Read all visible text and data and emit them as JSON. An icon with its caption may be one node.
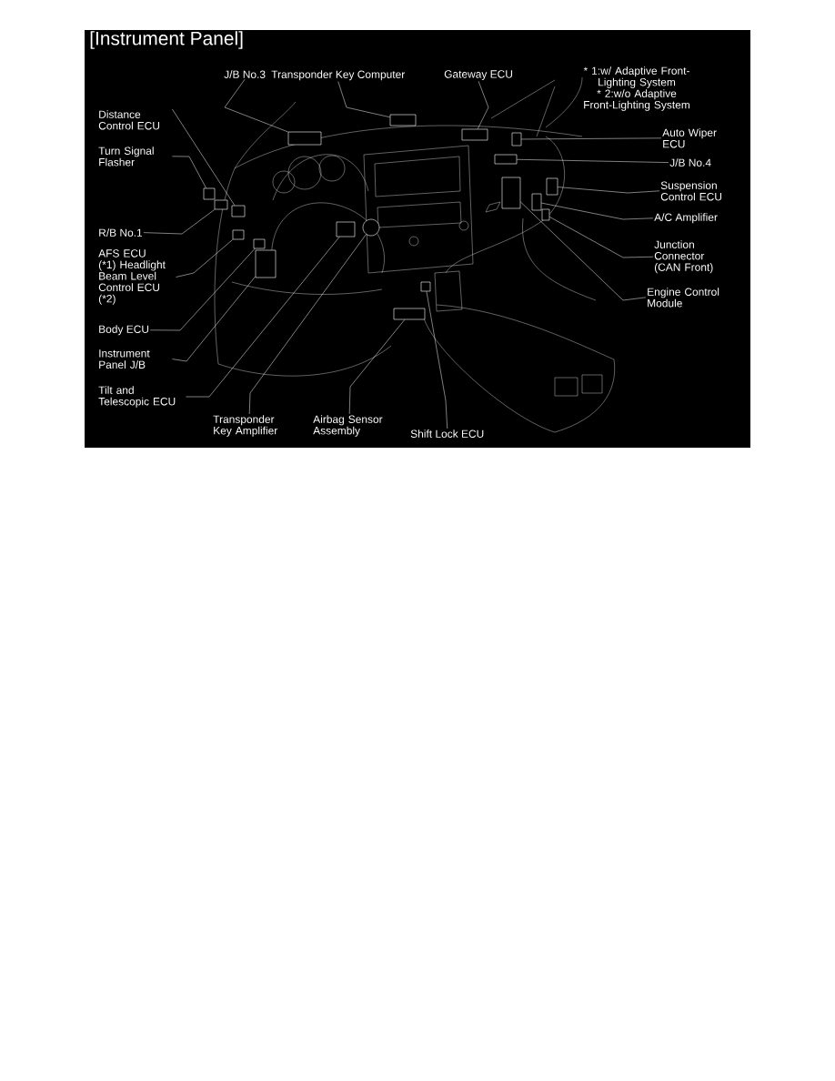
{
  "diagram": {
    "title": "[Instrument Panel]",
    "nodes": [
      {
        "text": [
          "Distance Control ECU"
        ]
      },
      {
        "text": [
          "Turn Signal Flasher"
        ]
      },
      {
        "text": [
          "R/B No.1"
        ]
      },
      {
        "text": [
          "AFS ECU (*1) Headlight Beam Level Control ECU (*2)"
        ]
      },
      {
        "text": [
          "Body ECU"
        ]
      },
      {
        "text": [
          "Instrument Panel J/B"
        ]
      },
      {
        "text": [
          "Tilt and Telescopic ECU"
        ]
      },
      {
        "text": [
          "Transponder Key Amplifier"
        ]
      },
      {
        "text": [
          "Airbag Sensor Assembly"
        ]
      },
      {
        "text": [
          "Shift Lock ECU"
        ]
      },
      {
        "text": [
          "J/B No.3"
        ]
      },
      {
        "text": [
          "Transponder Key Computer"
        ]
      },
      {
        "text": [
          "Gateway ECU"
        ]
      },
      {
        "text": [
          "Auto Wiper ECU"
        ]
      },
      {
        "text": [
          "J/B No.4"
        ]
      },
      {
        "text": [
          "Suspension Control ECU"
        ]
      },
      {
        "text": [
          "A/C Amplifier"
        ]
      },
      {
        "text": [
          "Junction Connector (CAN Front)"
        ]
      },
      {
        "text": [
          "Engine Control Module"
        ]
      },
      {
        "text": [],
        "shape": "box"
      },
      {
        "text": [],
        "shape": "box"
      },
      {
        "text": [],
        "shape": "box"
      },
      {
        "text": [],
        "shape": "box"
      },
      {
        "text": [],
        "shape": "box"
      },
      {
        "text": [],
        "shape": "box"
      },
      {
        "text": [],
        "shape": "box"
      },
      {
        "text": [],
        "shape": "circle"
      },
      {
        "text": [],
        "shape": "box"
      },
      {
        "text": [],
        "shape": "box"
      },
      {
        "text": [],
        "shape": "box"
      },
      {
        "text": [],
        "shape": "box"
      },
      {
        "text": [],
        "shape": "box"
      },
      {
        "text": [],
        "shape": "box"
      },
      {
        "text": [],
        "shape": "box"
      },
      {
        "text": [],
        "shape": "box"
      },
      {
        "text": [],
        "shape": "box"
      },
      {
        "text": [],
        "shape": "box"
      },
      {
        "text": [],
        "shape": "box"
      }
    ],
    "edges": [
      {
        "from": 0,
        "to": 19,
        "arrow": "none"
      },
      {
        "from": 1,
        "to": 20,
        "arrow": "none"
      },
      {
        "from": 2,
        "to": 21,
        "arrow": "none"
      },
      {
        "from": 3,
        "to": 22,
        "arrow": "none"
      },
      {
        "from": 4,
        "to": 23,
        "arrow": "none"
      },
      {
        "from": 5,
        "to": 24,
        "arrow": "none"
      },
      {
        "from": 6,
        "to": 25,
        "arrow": "none"
      },
      {
        "from": 7,
        "to": 26,
        "arrow": "none"
      },
      {
        "from": 8,
        "to": 27,
        "arrow": "none"
      },
      {
        "from": 9,
        "to": 28,
        "arrow": "none"
      },
      {
        "from": 10,
        "to": 29,
        "arrow": "none"
      },
      {
        "from": 11,
        "to": 30,
        "arrow": "none"
      },
      {
        "from": 12,
        "to": 31,
        "arrow": "none"
      },
      {
        "from": 13,
        "to": 32,
        "arrow": "none"
      },
      {
        "from": 14,
        "to": 33,
        "arrow": "none"
      },
      {
        "from": 15,
        "to": 34,
        "arrow": "none"
      },
      {
        "from": 16,
        "to": 35,
        "arrow": "none"
      },
      {
        "from": 17,
        "to": 36,
        "arrow": "none"
      },
      {
        "from": 18,
        "to": 37,
        "arrow": "none"
      }
    ],
    "labels": [
      "* 1:w/ Adaptive Front-Lighting System",
      "* 2:w/o Adaptive Front-Lighting System"
    ]
  }
}
